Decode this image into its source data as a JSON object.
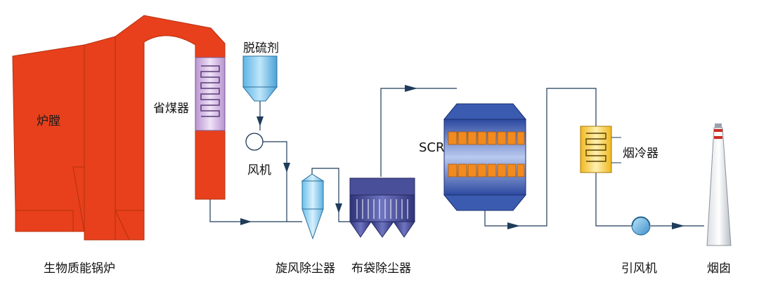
{
  "labels": {
    "furnace": "炉膛",
    "economizer": "省煤器",
    "desulfurizer": "脱硫剂",
    "fan": "风机",
    "cyclone": "旋风除尘器",
    "baghouse": "布袋除尘器",
    "scr": "SCR",
    "flue_cooler": "烟冷器",
    "induced_fan": "引风机",
    "chimney": "烟囱",
    "boiler": "生物质能锅炉"
  },
  "colors": {
    "boiler": "#e8401c",
    "economizer": "#c9a7d9",
    "desulfurizer": "#7ec4ea",
    "cyclone": "#8fd0f0",
    "baghouse": "#4a4f9a",
    "scr_body": "#3a5bb0",
    "scr_layer": "#f28a1e",
    "flue_cooler": "#f2c530",
    "induced_fan": "#5fb0dc",
    "flow_line": "#1f3c5a"
  }
}
